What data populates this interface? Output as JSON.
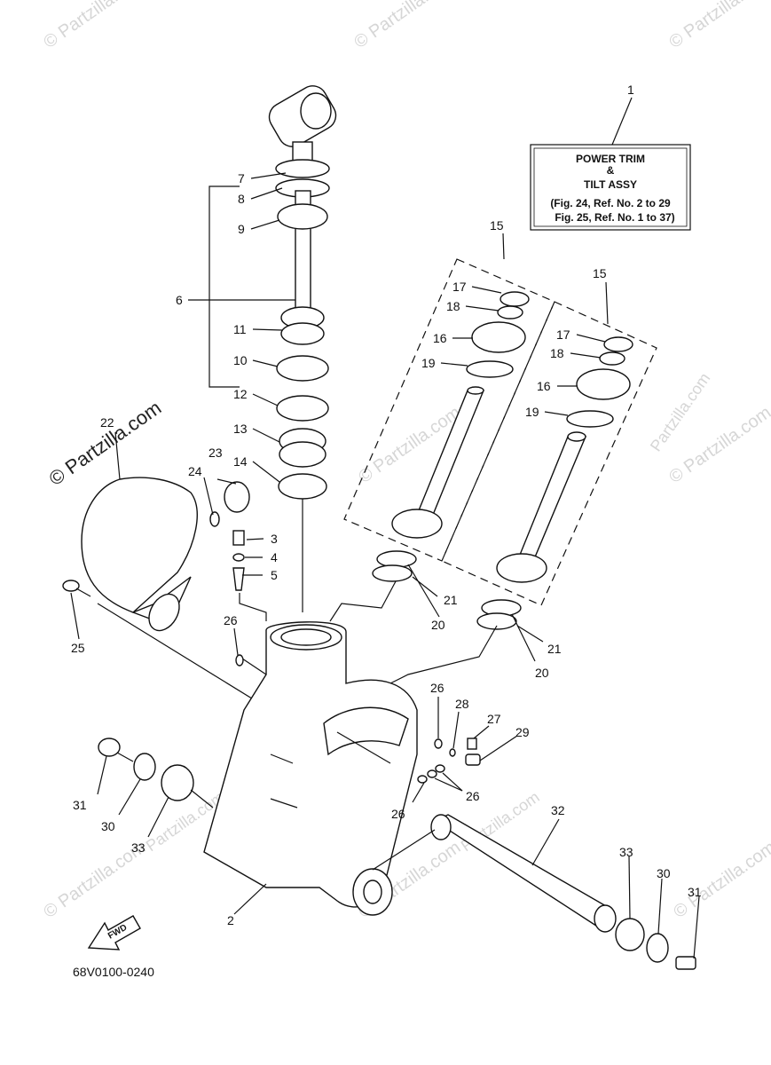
{
  "watermark": "© Partzilla.com",
  "watermark_short": "Partzilla.com",
  "assembly_box": {
    "title_line1": "POWER TRIM",
    "title_line2": "&",
    "title_line3": "TILT ASSY",
    "ref_line1": "(Fig. 24, Ref. No. 2 to 29",
    "ref_line2": "Fig. 25, Ref. No. 1 to 37)"
  },
  "callouts": [
    "1",
    "2",
    "3",
    "4",
    "5",
    "6",
    "7",
    "8",
    "9",
    "10",
    "11",
    "12",
    "13",
    "14",
    "15",
    "16",
    "17",
    "18",
    "19",
    "20",
    "21",
    "22",
    "23",
    "24",
    "25",
    "26",
    "27",
    "28",
    "29",
    "30",
    "31",
    "32",
    "33"
  ],
  "fwd_label": "FWD",
  "drawing_code": "68V0100-0240"
}
